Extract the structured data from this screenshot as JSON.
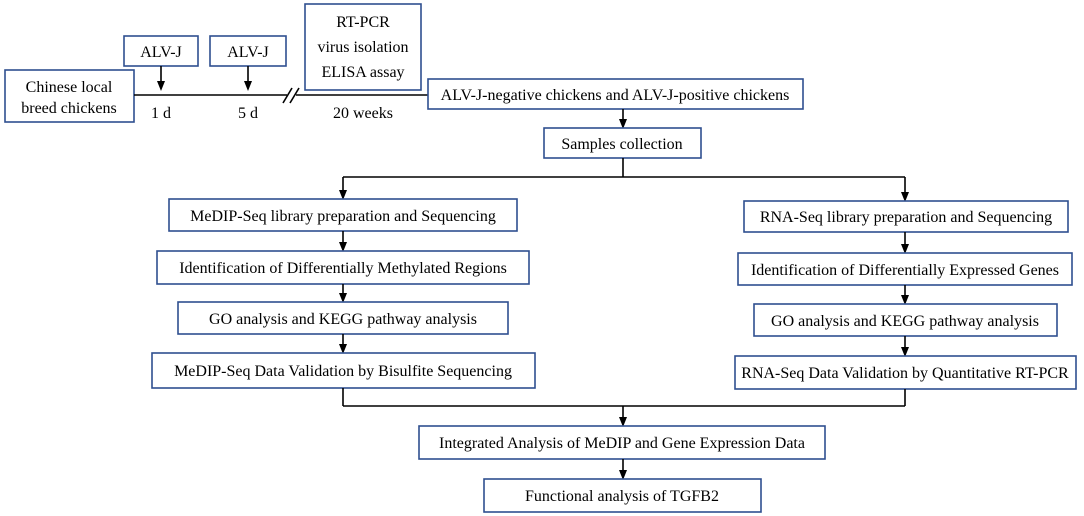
{
  "timeline": {
    "start_box": [
      "Chinese local",
      "breed chickens"
    ],
    "injections": [
      {
        "label": "ALV-J",
        "time": "1 d"
      },
      {
        "label": "ALV-J",
        "time": "5 d"
      }
    ],
    "detection_box": [
      "RT-PCR",
      "virus isolation",
      "ELISA assay"
    ],
    "end_time": "20 weeks"
  },
  "groups": "ALV-J-negative chickens and ALV-J-positive chickens",
  "samples": "Samples collection",
  "left_branch": [
    "MeDIP-Seq library preparation and Sequencing",
    "Identification of Differentially Methylated Regions",
    "GO analysis and KEGG pathway analysis",
    "MeDIP-Seq Data Validation by Bisulfite Sequencing"
  ],
  "right_branch": [
    "RNA-Seq library preparation and Sequencing",
    "Identification of Differentially Expressed Genes",
    "GO analysis and KEGG pathway analysis",
    "RNA-Seq Data Validation by Quantitative RT-PCR"
  ],
  "integrated": "Integrated Analysis of MeDIP and Gene Expression Data",
  "functional": "Functional analysis of TGFB2"
}
